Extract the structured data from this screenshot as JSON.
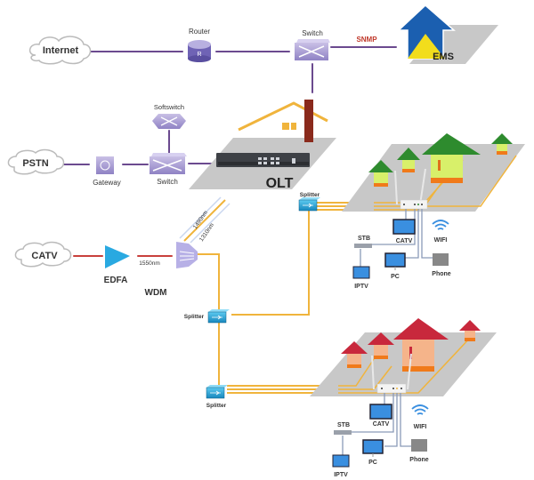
{
  "diagram": {
    "nodes": {
      "internet": "Internet",
      "router": "Router",
      "router_glyph": "R",
      "switch_top": "Switch",
      "snmp": "SNMP",
      "ems": "EMS",
      "softswitch": "Softswitch",
      "pstn": "PSTN",
      "gateway": "Gateway",
      "switch_mid": "Switch",
      "olt": "OLT",
      "catv_source": "CATV",
      "edfa": "EDFA",
      "wdm": "WDM",
      "wl_1550": "1550nm",
      "wl_1490": "1490nm",
      "wl_1310": "1310nm",
      "splitter_1": "Splitter",
      "splitter_2": "Splitter",
      "splitter_3": "Splitter"
    },
    "home_groups": [
      {
        "catv": "CATV",
        "wifi": "WIFI",
        "stb": "STB",
        "pc": "PC",
        "phone": "Phone",
        "iptv": "IPTV"
      },
      {
        "catv": "CATV",
        "wifi": "WIFI",
        "stb": "STB",
        "pc": "PC",
        "phone": "Phone",
        "iptv": "IPTV"
      }
    ],
    "colors": {
      "link": "#6b4a8f",
      "fiber": "#f0b43c",
      "catv_link": "#c8403c",
      "snmp_text": "#c0392b",
      "splitter": "#2aa6d6",
      "ems_blue": "#1b5fb0",
      "ems_yellow": "#f2dd1c"
    }
  }
}
